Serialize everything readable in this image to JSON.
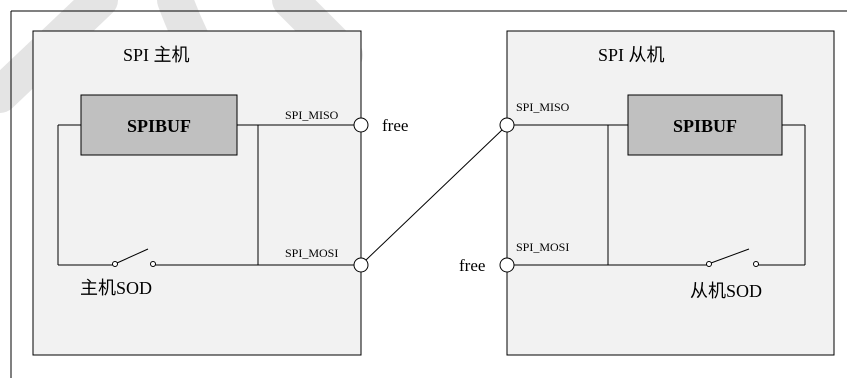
{
  "colors": {
    "panel_fill": "#f2f2f2",
    "buffer_fill": "#c0c0c0",
    "line": "#000000",
    "watermark": "#d9d9d9"
  },
  "master": {
    "title": "SPI 主机",
    "buffer": "SPIBUF",
    "miso_pin": "SPI_MISO",
    "mosi_pin": "SPI_MOSI",
    "switch_label": "主机SOD",
    "free_label": "free"
  },
  "slave": {
    "title": "SPI 从机",
    "buffer": "SPIBUF",
    "miso_pin": "SPI_MISO",
    "mosi_pin": "SPI_MOSI",
    "switch_label": "从机SOD",
    "free_label": "free"
  }
}
